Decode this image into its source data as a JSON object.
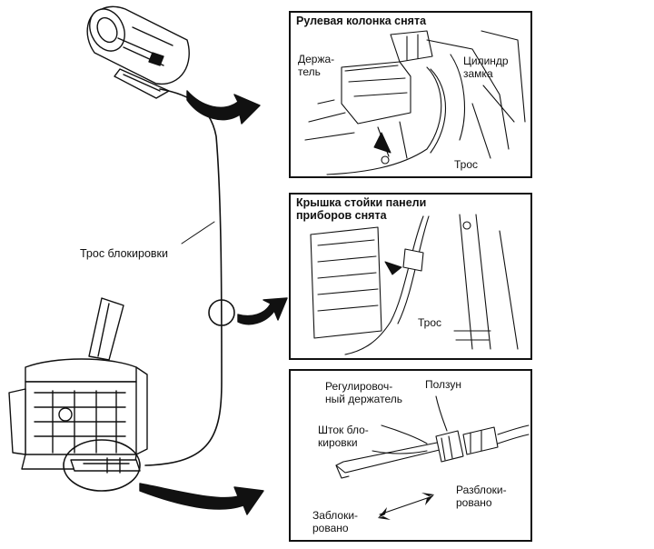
{
  "labels": {
    "main_cable": "Трос блокировки",
    "panel1_title": "Рулевая колонка снята",
    "panel1_holder": "Держа-\nтель",
    "panel1_cylinder": "Цилиндр\nзамка",
    "panel1_cable": "Трос",
    "panel2_title": "Крышка стойки панели\nприборов снята",
    "panel2_cable": "Трос",
    "panel3_adj_holder": "Регулировоч-\nный держатель",
    "panel3_slider": "Ползун",
    "panel3_rod": "Шток бло-\nкировки",
    "panel3_unlocked": "Разблоки-\nровано",
    "panel3_locked": "Заблоки-\nровано"
  }
}
